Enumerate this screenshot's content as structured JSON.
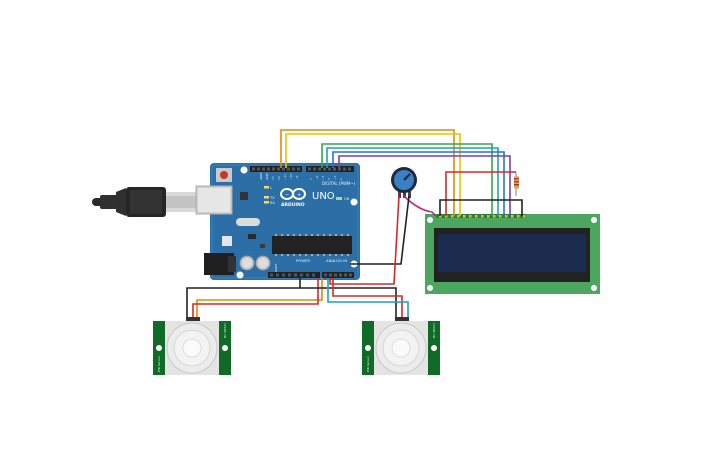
{
  "arduino": {
    "logo_text": "ARDUINO",
    "model": "UNO",
    "digital_label": "DIGITAL (PWM~)",
    "power_label": "POWER",
    "analog_label": "ANALOG IN",
    "tx_label": "TX",
    "rx_label": "RX",
    "on_label": "ON",
    "l_label": "L",
    "ioref_label": "IOREF"
  },
  "pir_sensor": {
    "model_label": "HC-SR501",
    "side_label": "PIR Sensor"
  },
  "colors": {
    "board": "#2b6fa6",
    "board_dark": "#1f5a8c",
    "lcd_board": "#4da660",
    "lcd_screen": "#1b2c4f",
    "pir_board": "#0f6b26",
    "wire_black": "#222222",
    "wire_red": "#d62828",
    "wire_orange": "#e08a00",
    "wire_yellow": "#e8c400",
    "wire_green": "#2fa84f",
    "wire_teal": "#1ba3b8",
    "wire_blue": "#2d6fd1",
    "wire_purple": "#7a3fb0",
    "wire_magenta": "#c0288c"
  },
  "icons": [
    "usb-plug-icon",
    "potentiometer-knob-icon",
    "resistor-icon"
  ]
}
